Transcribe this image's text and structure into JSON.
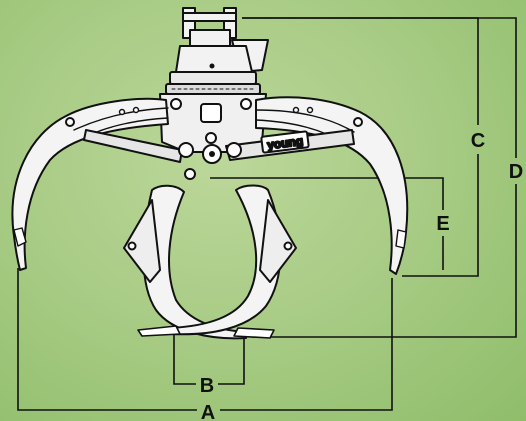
{
  "diagram": {
    "brand": "young",
    "dimensions": {
      "a": "A",
      "b": "B",
      "c": "C",
      "d": "D",
      "e": "E"
    }
  }
}
